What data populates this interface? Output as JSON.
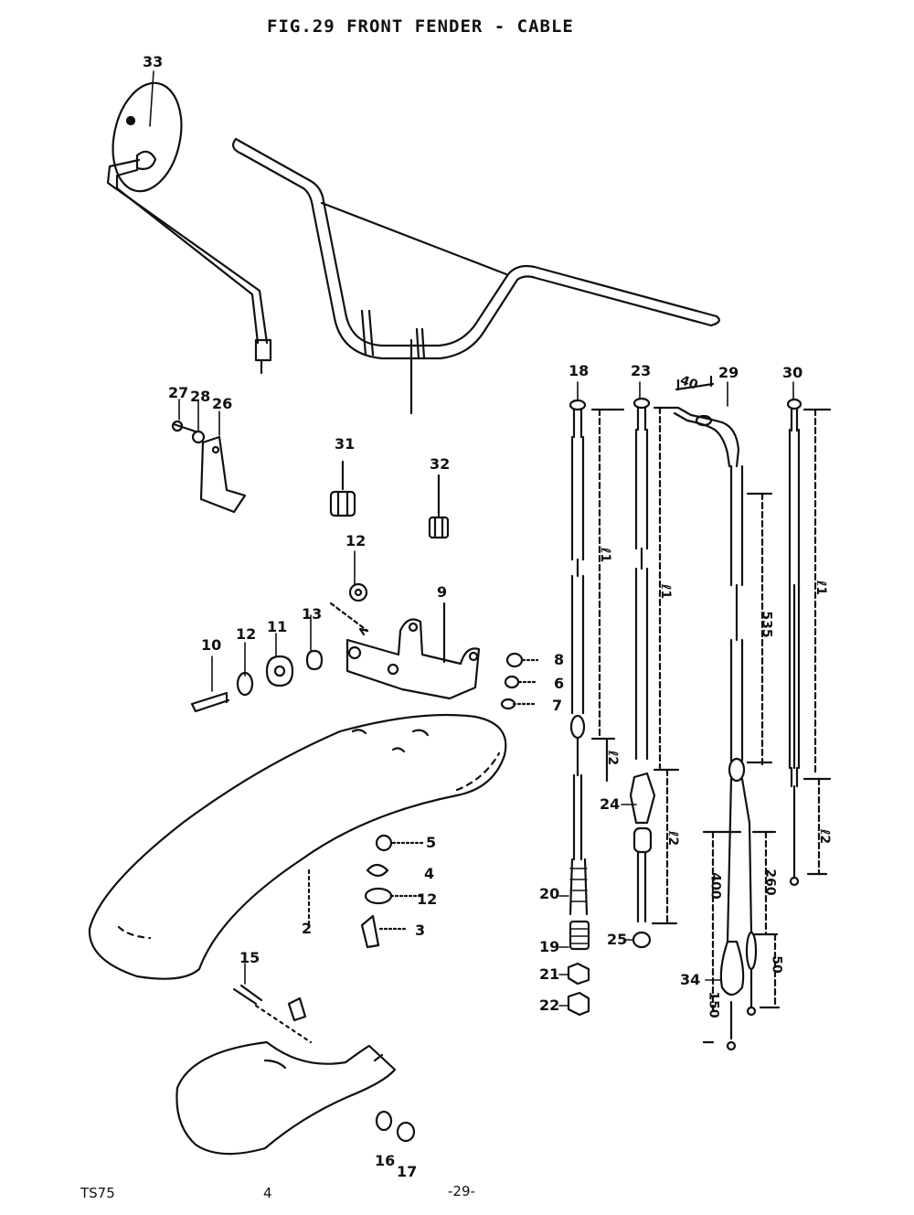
{
  "title": "FIG.29  FRONT FENDER - CABLE",
  "callouts": [
    "33",
    "27",
    "28",
    "26",
    "31",
    "32",
    "12",
    "9",
    "13",
    "10",
    "11",
    "8",
    "6",
    "7",
    "18",
    "23",
    "29",
    "30",
    "5",
    "4",
    "3",
    "2",
    "20",
    "19",
    "21",
    "22",
    "24",
    "25",
    "34",
    "15",
    "16",
    "17",
    "40"
  ],
  "dimensions": {
    "l1": "ℓ1",
    "l2": "ℓ2",
    "d535": "535",
    "d400": "400",
    "d260": "260",
    "d50": "50",
    "d150": "150"
  },
  "footer": {
    "model": "TS75",
    "mid": "4",
    "page": "-29-"
  }
}
